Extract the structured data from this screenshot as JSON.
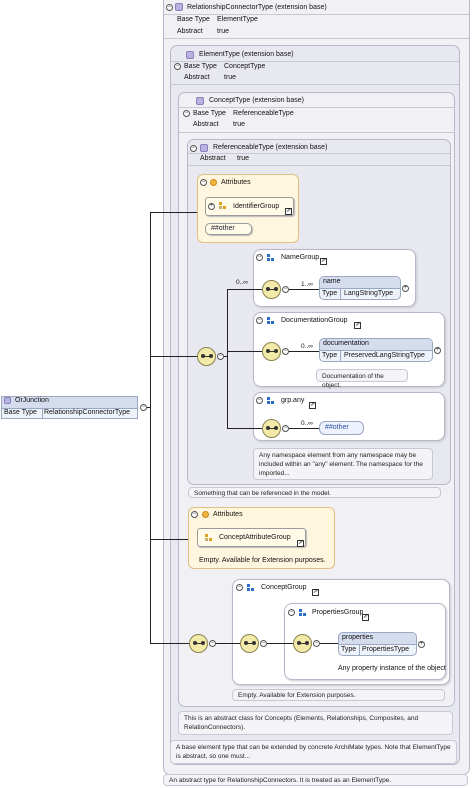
{
  "root": {
    "name": "OrJunction",
    "base_type_label": "Base Type",
    "base_type": "RelationshipConnectorType"
  },
  "rct": {
    "title": "RelationshipConnectorType (extension base)",
    "base_type_label": "Base Type",
    "base_type": "ElementType",
    "abstract_label": "Abstract",
    "abstract": "true",
    "doc": "An abstract type for RelationshipConnectors. It is treated as an ElementType."
  },
  "et": {
    "title": "ElementType (extension base)",
    "base_type_label": "Base Type",
    "base_type": "ConceptType",
    "abstract_label": "Abstract",
    "abstract": "true",
    "doc": "A base element type that can be extended by concrete ArchiMate types. Note that ElementType is abstract, so one must..."
  },
  "ct": {
    "title": "ConceptType (extension base)",
    "base_type_label": "Base Type",
    "base_type": "ReferenceableType",
    "abstract_label": "Abstract",
    "abstract": "true",
    "doc": "This is an abstract class for Concepts (Elements, Relationships, Composites, and RelationConnectors)."
  },
  "rt": {
    "title": "ReferenceableType (extension base)",
    "abstract_label": "Abstract",
    "abstract": "true",
    "doc": "Something that can be referenced in the model.",
    "attributes": {
      "title": "Attributes",
      "group": "IdentifierGroup",
      "other": "##other"
    },
    "namegroup": {
      "title": "NameGroup",
      "occ": "0..∞",
      "elem": {
        "name": "name",
        "occ": "1..∞",
        "type_label": "Type",
        "type": "LangStringType"
      }
    },
    "docgroup": {
      "title": "DocumentationGroup",
      "elem": {
        "name": "documentation",
        "occ": "0..∞",
        "type_label": "Type",
        "type": "PreservedLangStringType"
      },
      "doc": "Documentation of the object."
    },
    "grpany": {
      "title": "grp.any",
      "occ": "0..∞",
      "other": "##other",
      "doc": "Any namespace element from any namespace may be included within an \"any\" element. The namespace for the imported..."
    }
  },
  "ct_attrs": {
    "title": "Attributes",
    "group": "ConceptAttributeGroup",
    "doc": "Empty. Available for Extension purposes."
  },
  "conceptgroup": {
    "title": "ConceptGroup",
    "doc": "Empty. Available for Extension purposes.",
    "propertiesgroup": {
      "title": "PropertiesGroup",
      "elem": {
        "name": "properties",
        "type_label": "Type",
        "type": "PropertiesType"
      },
      "doc": "Any property instance of the object"
    }
  },
  "symbols": {
    "collapse": "⊖",
    "expand": "⊕",
    "link": "⇗",
    "plus": "+",
    "minus": "−"
  },
  "colors": {
    "attribute_bg": "#fff6df",
    "sequence": "#f2eaa8",
    "element_header": "#d4dcee",
    "frame_bg": "#f0f0f5"
  }
}
